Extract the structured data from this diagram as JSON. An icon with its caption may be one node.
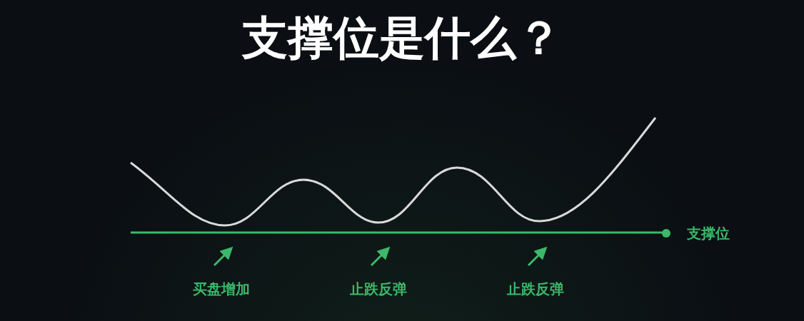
{
  "diagram": {
    "title": "支撑位是什么？",
    "labels": [
      "支撑位",
      "买盘增加",
      "止跌反弹",
      "止跌反弹"
    ]
  }
}
